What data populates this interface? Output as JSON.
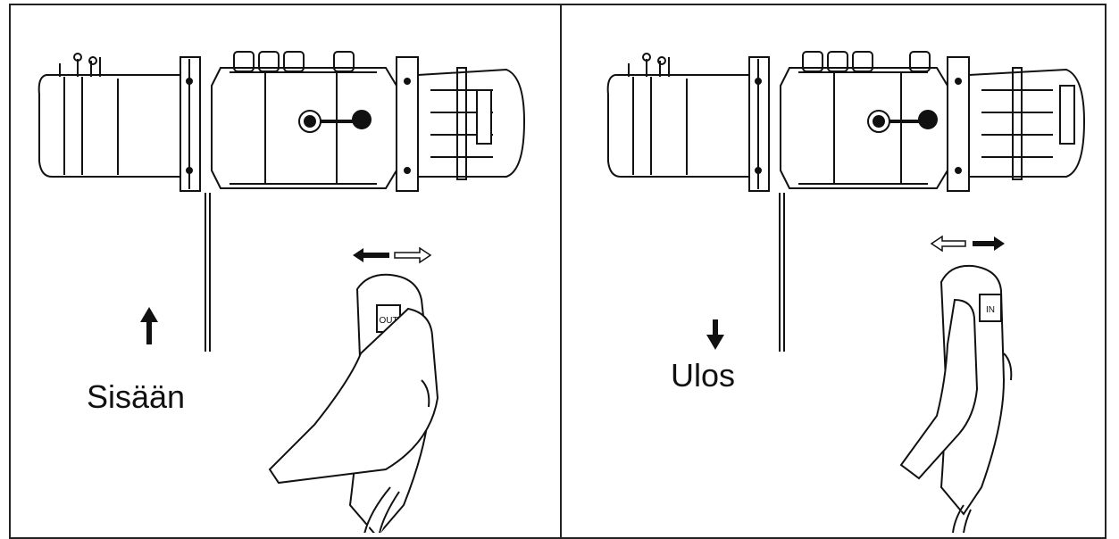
{
  "panels": {
    "left": {
      "direction_label": "Sisään",
      "remote_button_text": "OUT"
    },
    "right": {
      "direction_label": "Ulos",
      "remote_button_text": "IN"
    }
  },
  "colors": {
    "line": "#111111",
    "fill": "#ffffff"
  },
  "icons": [
    "winch-illustration",
    "arrow-up-icon",
    "arrow-down-icon",
    "arrow-left-icon",
    "arrow-right-icon",
    "remote-control-in-hand"
  ]
}
